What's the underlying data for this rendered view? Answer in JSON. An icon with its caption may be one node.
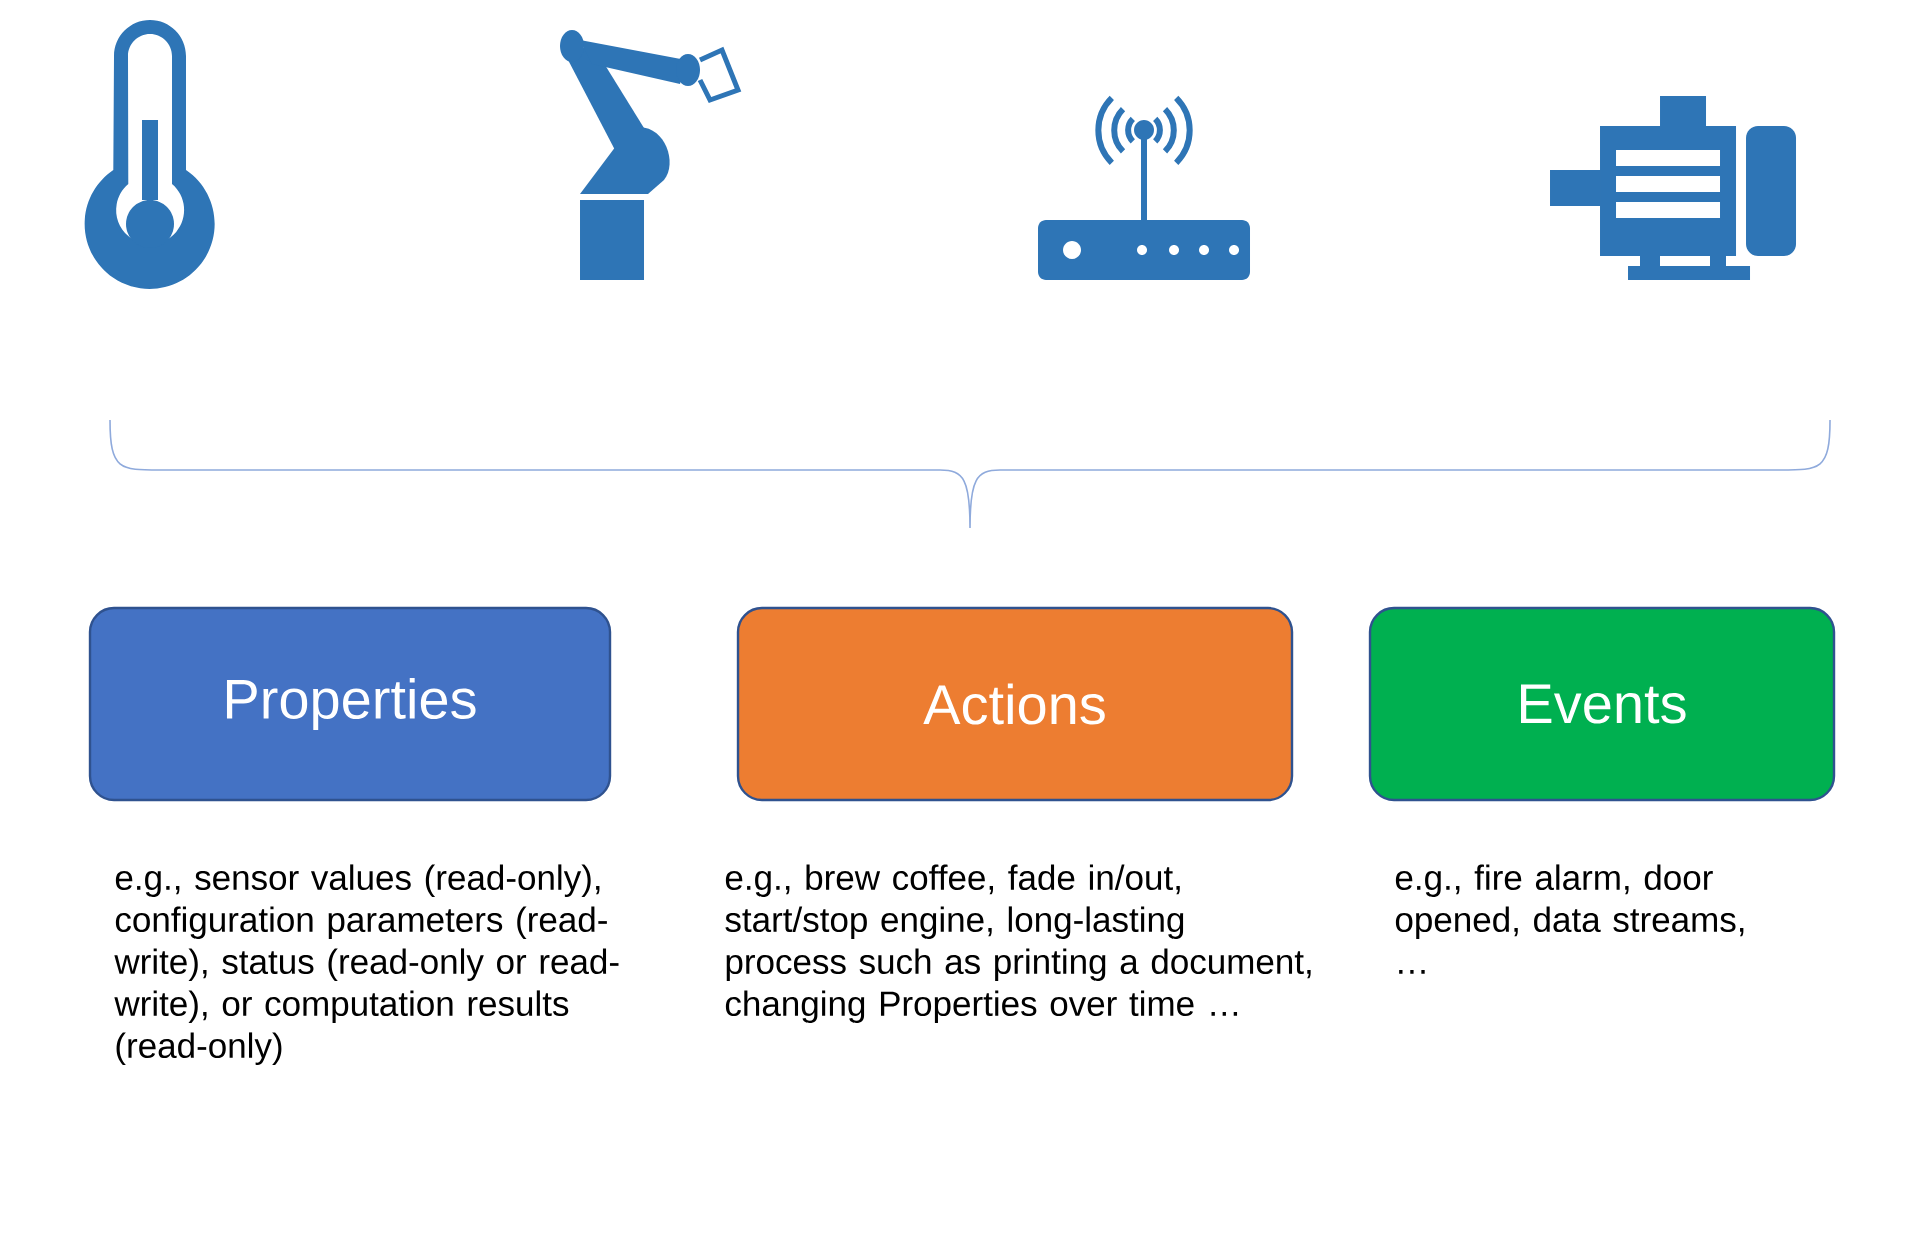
{
  "diagram": {
    "nodes": [
      {
        "text": [
          "Properties"
        ],
        "beside": [
          "e.g., sensor values (read-only), configuration parameters (read-write), status (read-only or read-write), or computation results (read-only)"
        ]
      },
      {
        "text": [
          "Actions"
        ],
        "beside": [
          "e.g., brew coffee, fade in/out, start/stop engine, long-lasting process such as printing a document, changing Properties over time …"
        ]
      },
      {
        "text": [
          "Events"
        ],
        "beside": [
          "e.g., fire alarm, door opened, data streams, …"
        ]
      }
    ]
  }
}
